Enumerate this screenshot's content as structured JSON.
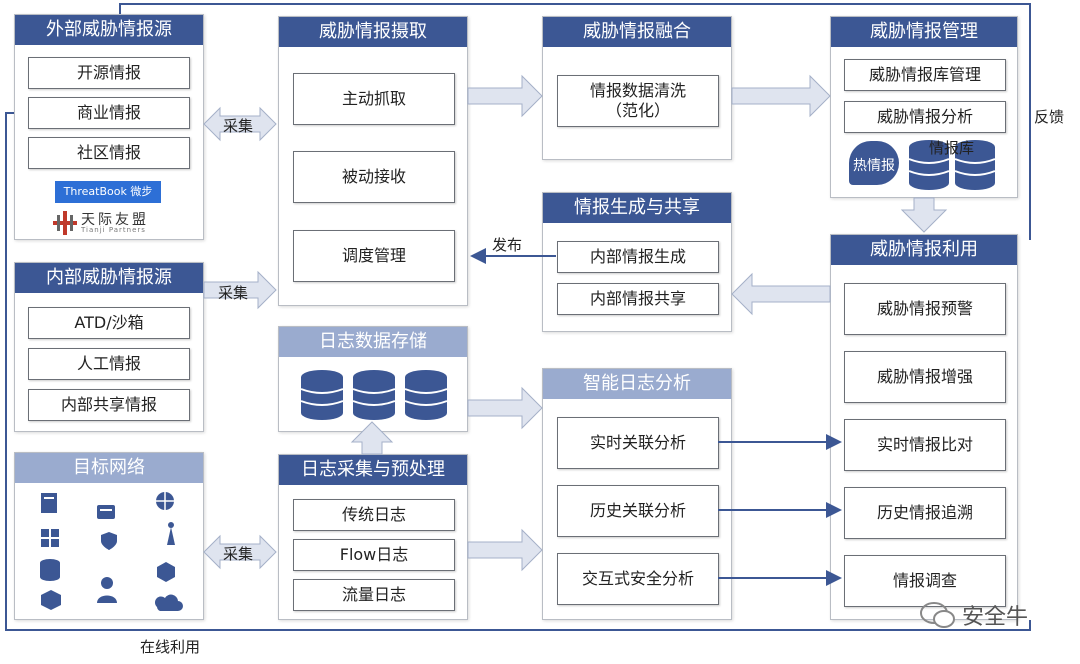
{
  "external_sources": {
    "title": "外部威胁情报源",
    "items": [
      "开源情报",
      "商业情报",
      "社区情报"
    ],
    "logo_threatbook": "ThreatBook 微步",
    "logo_tianji": "天际友盟",
    "logo_tianji_sub": "Tianji Partners"
  },
  "internal_sources": {
    "title": "内部威胁情报源",
    "items": [
      "ATD/沙箱",
      "人工情报",
      "内部共享情报"
    ]
  },
  "target_network": {
    "title": "目标网络"
  },
  "ingest": {
    "title": "威胁情报摄取",
    "items": [
      "主动抓取",
      "被动接收",
      "调度管理"
    ]
  },
  "fusion": {
    "title": "威胁情报融合",
    "item": "情报数据清洗\n（范化）"
  },
  "management": {
    "title": "威胁情报管理",
    "items": [
      "威胁情报库管理",
      "威胁情报分析"
    ],
    "hot_intel": "热情报",
    "intel_db": "情报库"
  },
  "generate_share": {
    "title": "情报生成与共享",
    "items": [
      "内部情报生成",
      "内部情报共享"
    ]
  },
  "log_storage": {
    "title": "日志数据存储"
  },
  "log_collect": {
    "title": "日志采集与预处理",
    "items": [
      "传统日志",
      "Flow日志",
      "流量日志"
    ]
  },
  "smart_analysis": {
    "title": "智能日志分析",
    "items": [
      "实时关联分析",
      "历史关联分析",
      "交互式安全分析"
    ]
  },
  "utilization": {
    "title": "威胁情报利用",
    "items": [
      "威胁情报预警",
      "威胁情报增强",
      "实时情报比对",
      "历史情报追溯",
      "情报调查"
    ]
  },
  "arrows": {
    "collect_1": "采集",
    "collect_2": "采集",
    "collect_3": "采集",
    "publish": "发布",
    "feedback": "反馈",
    "online_use": "在线利用"
  },
  "watermark": "安全牛",
  "colors": {
    "header": "#3c5794",
    "header_light": "#9aabcf",
    "arrow_fill": "#dfe4ef",
    "line": "#3c5794"
  }
}
